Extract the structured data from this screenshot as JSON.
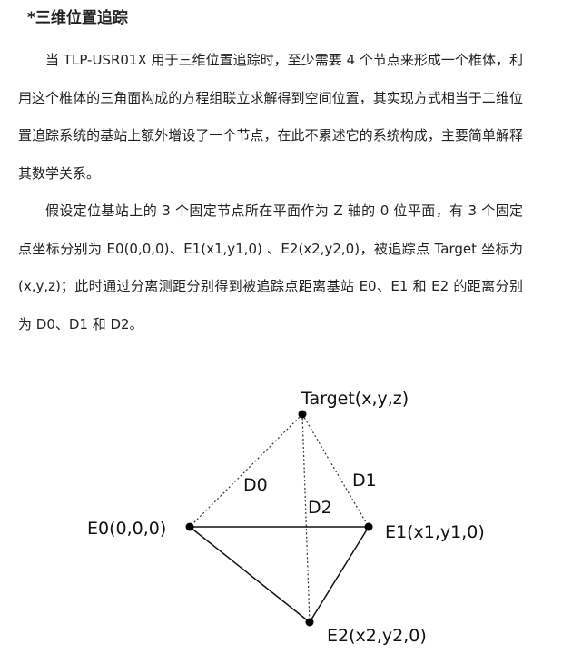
{
  "heading": "*三维位置追踪",
  "paragraphs": [
    "当 TLP-USR01X 用于三维位置追踪时，至少需要 4 个节点来形成一个椎体，利用这个椎体的三角面构成的方程组联立求解得到空间位置，其实现方式相当于二维位置追踪系统的基站上额外增设了一个节点，在此不累述它的系统构成，主要简单解释其数学关系。",
    "假设定位基站上的 3 个固定节点所在平面作为 Z 轴的 0 位平面，有 3 个固定点坐标分别为 E0(0,0,0)、E1(x1,y1,0) 、E2(x2,y2,0)，被追踪点 Target 坐标为(x,y,z)；此时通过分离测距分别得到被追踪点距离基站 E0、E1 和 E2 的距离分别为 D0、D1 和 D2。"
  ],
  "diagram": {
    "nodes": {
      "target": "Target(x,y,z)",
      "e0": "E0(0,0,0)",
      "e1": "E1(x1,y1,0)",
      "e2": "E2(x2,y2,0)"
    },
    "distances": {
      "d0": "D0",
      "d1": "D1",
      "d2": "D2"
    }
  }
}
